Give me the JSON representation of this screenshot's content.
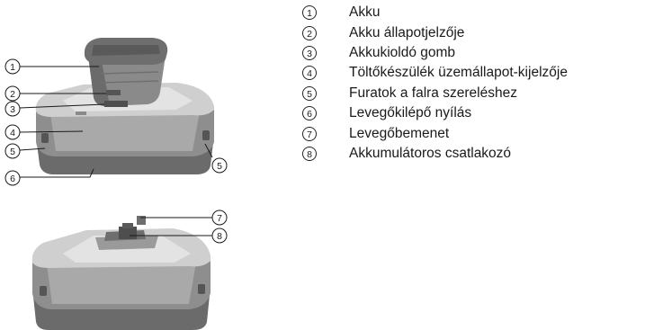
{
  "legend": [
    {
      "number": "1",
      "label": "Akku"
    },
    {
      "number": "2",
      "label": "Akku állapotjelzője"
    },
    {
      "number": "3",
      "label": "Akkukioldó gomb"
    },
    {
      "number": "4",
      "label": "Töltőkészülék üzemállapot-kijelzője"
    },
    {
      "number": "5",
      "label": "Furatok a falra szereléshez"
    },
    {
      "number": "6",
      "label": "Levegőkilépő nyílás"
    },
    {
      "number": "7",
      "label": "Levegőbemenet"
    },
    {
      "number": "8",
      "label": "Akkumulátoros csatlakozó"
    }
  ],
  "callouts_top": [
    "1",
    "2",
    "3",
    "4",
    "5",
    "5",
    "6"
  ],
  "callouts_bottom": [
    "7",
    "8"
  ],
  "colors": {
    "charger_top": "#cfcfcf",
    "charger_side": "#8e8e8e",
    "charger_front": "#a9a9a9",
    "charger_base": "#6b6b6b",
    "battery_top": "#6e6e6e",
    "battery_body": "#8a8a8a",
    "battery_dark": "#4e4e4e",
    "line": "#1a1a1a"
  }
}
